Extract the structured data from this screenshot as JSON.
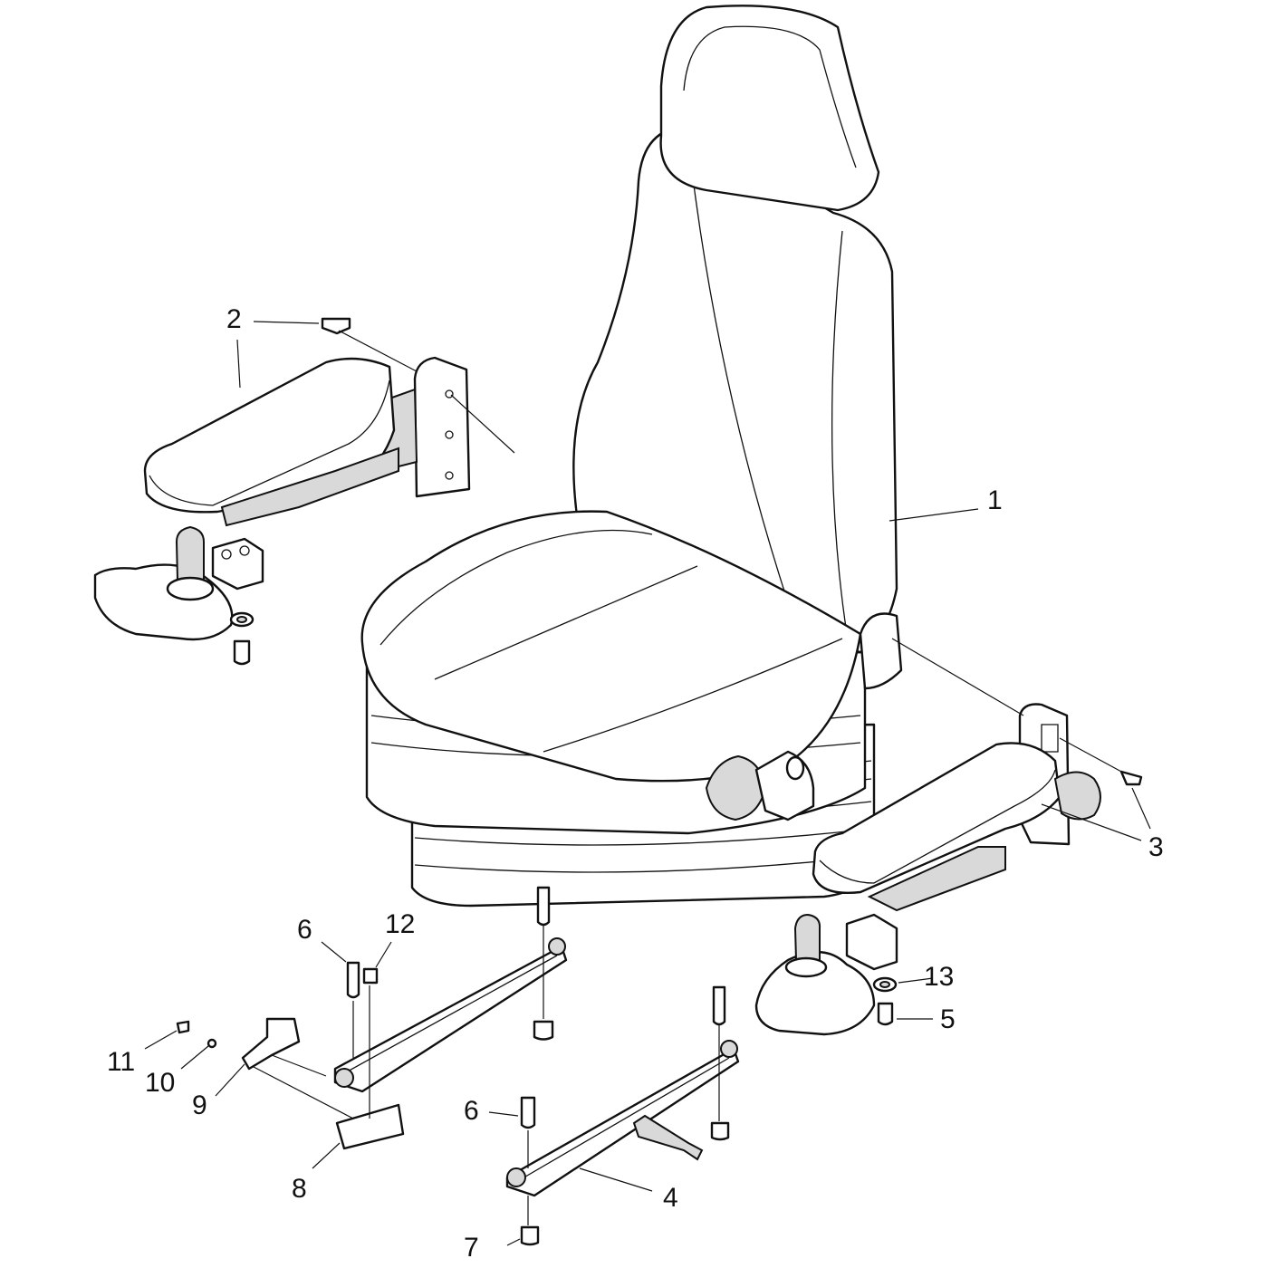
{
  "diagram": {
    "callouts": [
      {
        "id": "c1",
        "label": "1"
      },
      {
        "id": "c2",
        "label": "2"
      },
      {
        "id": "c3",
        "label": "3"
      },
      {
        "id": "c4",
        "label": "4"
      },
      {
        "id": "c5",
        "label": "5"
      },
      {
        "id": "c6a",
        "label": "6"
      },
      {
        "id": "c6b",
        "label": "6"
      },
      {
        "id": "c7",
        "label": "7"
      },
      {
        "id": "c8",
        "label": "8"
      },
      {
        "id": "c9",
        "label": "9"
      },
      {
        "id": "c10",
        "label": "10"
      },
      {
        "id": "c11",
        "label": "11"
      },
      {
        "id": "c12",
        "label": "12"
      },
      {
        "id": "c13",
        "label": "13"
      }
    ]
  }
}
